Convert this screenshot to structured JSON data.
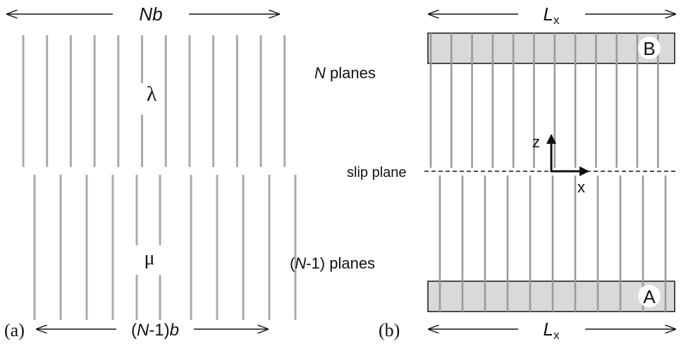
{
  "panel_a": {
    "label": "(a)",
    "top_width_label": {
      "italic": "Nb",
      "rest": ""
    },
    "bottom_width_label": {
      "pre": "(",
      "italic_n": "N",
      "mid": "-1)",
      "italic_b": "b"
    },
    "upper_symbol": "λ",
    "lower_symbol": "μ",
    "colors": {
      "plane": "#aaaaaa",
      "arrow": "#111111"
    }
  },
  "panel_b": {
    "label": "(b)",
    "top_width_label": {
      "italic": "L",
      "sub": "x"
    },
    "bottom_width_label": {
      "italic": "L",
      "sub": "x"
    },
    "upper_planes_label": {
      "italic": "N",
      "rest": " planes"
    },
    "lower_planes_label": {
      "pre": "(",
      "italic": "N",
      "rest": "-1) planes"
    },
    "slip_plane_label": "slip plane",
    "axis_z": "z",
    "axis_x": "x",
    "block_top_label": "B",
    "block_bottom_label": "A",
    "colors": {
      "plane": "#9a9a9a",
      "block": "#d9d9d9",
      "arrow": "#111111"
    }
  }
}
